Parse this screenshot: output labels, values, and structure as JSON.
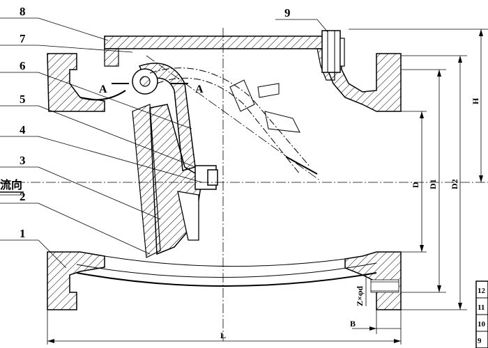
{
  "callouts": [
    {
      "num": "1"
    },
    {
      "num": "2"
    },
    {
      "num": "3"
    },
    {
      "num": "4"
    },
    {
      "num": "5"
    },
    {
      "num": "6"
    },
    {
      "num": "7"
    },
    {
      "num": "8"
    },
    {
      "num": "9"
    }
  ],
  "section_marks": {
    "left": "A",
    "right": "A"
  },
  "flow_label": "流向",
  "dimensions": {
    "L": "L",
    "B": "B",
    "H": "H",
    "D": "D",
    "D1": "D1",
    "D2": "D2",
    "bolt": "Z×φd"
  },
  "table_rows": [
    "12",
    "11",
    "10",
    "9"
  ]
}
